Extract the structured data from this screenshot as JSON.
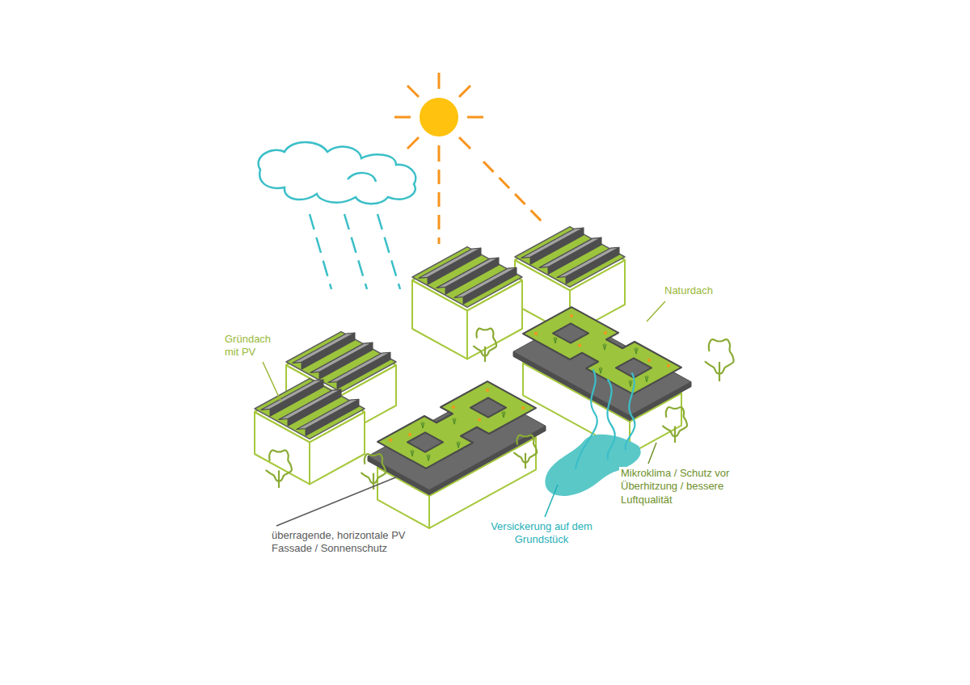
{
  "diagram": {
    "labels": [
      "Gründach mit PV",
      "Naturdach",
      "Mikroklima / Schutz vor Überhitzung / bessere Luftqualität",
      "Versickerung auf dem Grundstück",
      "überragende, horizontale PV Fassade / Sonnenschutz"
    ]
  }
}
